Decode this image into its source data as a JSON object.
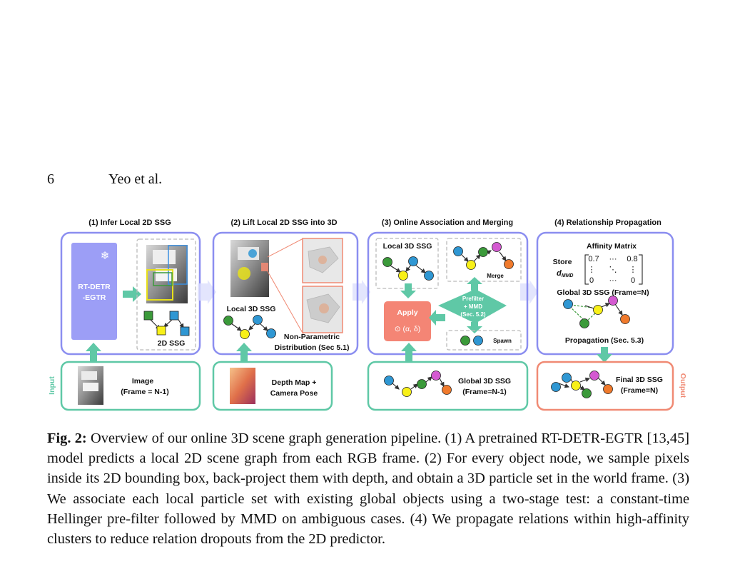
{
  "header": {
    "page_number": "6",
    "authors": "Yeo et al."
  },
  "figure": {
    "panel1": {
      "title": "(1) Infer Local 2D SSG",
      "model_line1": "RT-DETR",
      "model_line2": "-EGTR",
      "ssg_label": "2D SSG",
      "input_label_line1": "Image",
      "input_label_line2": "(Frame = N-1)"
    },
    "panel2": {
      "title": "(2) Lift Local 2D SSG into 3D",
      "ssg_label": "Local 3D SSG",
      "dist_line1": "Non-Parametric",
      "dist_line2": "Distribution (Sec 5.1)",
      "input_label_line1": "Depth Map +",
      "input_label_line2": "Camera Pose"
    },
    "panel3": {
      "title": "(3) Online Association and Merging",
      "ssg_label": "Local 3D SSG",
      "merge_label": "Merge",
      "apply_label": "Apply",
      "apply_op": "⊙ (α, δ)",
      "prefilter_line1": "Prefilter",
      "prefilter_line2": "+ MMD",
      "prefilter_line3": "(Sec. 5.2)",
      "spawn_label": "Spawn",
      "input_label_line1": "Global 3D SSG",
      "input_label_line2": "(Frame=N-1)"
    },
    "panel4": {
      "title": "(4) Relationship Propagation",
      "affinity_title": "Affinity Matrix",
      "store_label": "Store",
      "dmmd_label": "d",
      "dmmd_sub": "MMD",
      "matrix_r1c1": "0.7",
      "matrix_r1c2": "···",
      "matrix_r1c3": "0.8",
      "matrix_r2c1": "⋮",
      "matrix_r2c2": "⋱",
      "matrix_r2c3": "⋮",
      "matrix_r3c1": "0",
      "matrix_r3c2": "···",
      "matrix_r3c3": "0",
      "global_label": "Global 3D SSG (Frame=N)",
      "propagation_label": "Propagation (Sec. 5.3)",
      "output_line1": "Final 3D SSG",
      "output_line2": "(Frame=N)"
    },
    "side_labels": {
      "input": "Input",
      "output": "Output"
    },
    "colors": {
      "panel_border": "#8b8ef0",
      "input_border": "#5fc8a6",
      "output_border": "#f08a74",
      "arrow": "#5fc8a6",
      "model_fill": "#9c9ef6",
      "apply_fill": "#f48575",
      "node_blue": "#2f97d3",
      "node_yellow": "#f8f018",
      "node_green": "#3b9a3a",
      "node_magenta": "#d45ad1",
      "node_orange": "#f07a2c"
    }
  },
  "caption": {
    "label": "Fig. 2:",
    "text": " Overview of our online 3D scene graph generation pipeline. (1) A pretrained RT-DETR-EGTR [13,45] model predicts a local 2D scene graph from each RGB frame. (2) For every object node, we sample pixels inside its 2D bounding box, back-project them with depth, and obtain a 3D particle set in the world frame. (3) We associate each local particle set with existing global objects using a two-stage test: a constant-time Hellinger pre-filter followed by MMD on ambiguous cases. (4) We propagate relations within high-affinity clusters to reduce relation dropouts from the 2D predictor."
  }
}
